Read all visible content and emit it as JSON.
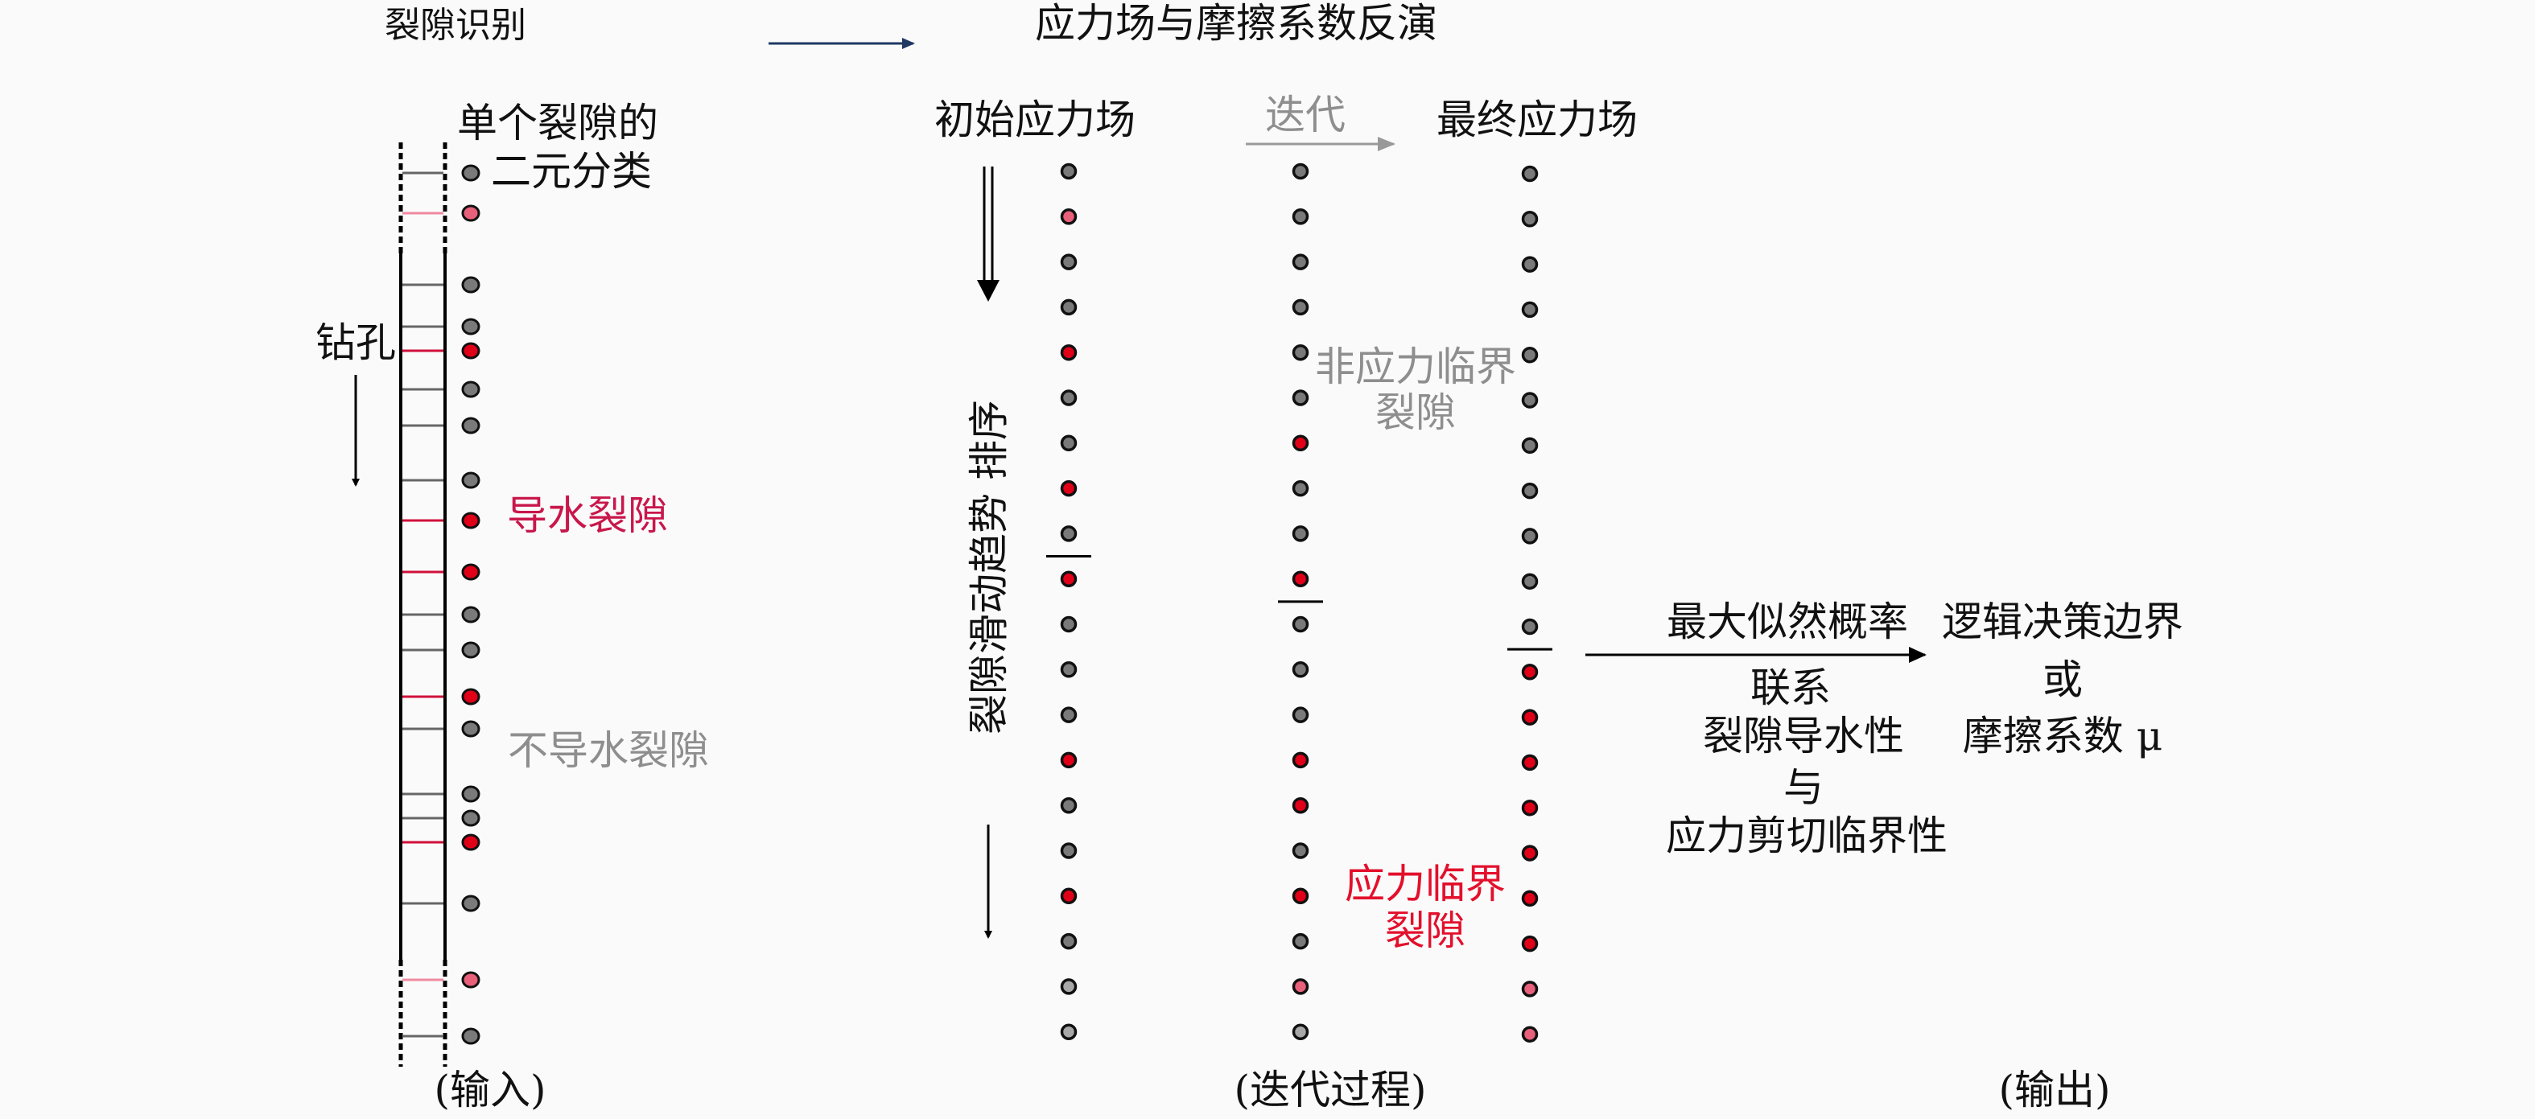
{
  "headers": {
    "fracture_identification": "裂隙识别",
    "inversion": "应力场与摩擦系数反演"
  },
  "input_panel": {
    "classification_line1": "单个裂隙的",
    "classification_line2": "二元分类",
    "borehole": "钻孔",
    "conductive": "导水裂隙",
    "non_conductive": "不导水裂隙",
    "caption": "(输入)",
    "fractures": [
      "grey",
      "pink",
      "grey",
      "grey",
      "red",
      "grey",
      "grey",
      "grey",
      "red",
      "red",
      "grey",
      "grey",
      "red",
      "grey",
      "grey",
      "grey",
      "red",
      "grey",
      "pink",
      "grey"
    ]
  },
  "iteration_panel": {
    "initial_field": "初始应力场",
    "iterate": "迭代",
    "final_field": "最终应力场",
    "ranking_label": "裂隙滑动趋势 排序",
    "non_critical_line1": "非应力临界",
    "non_critical_line2": "裂隙",
    "critical_line1": "应力临界",
    "critical_line2": "裂隙",
    "caption": "(迭代过程)",
    "columns": [
      {
        "name": "initial",
        "dots": [
          "grey",
          "pink",
          "grey",
          "grey",
          "red",
          "grey",
          "grey",
          "red",
          "grey",
          "red",
          "grey",
          "grey",
          "grey",
          "red",
          "grey",
          "grey",
          "red",
          "grey",
          "light",
          "light"
        ],
        "boundary_after": 8
      },
      {
        "name": "intermediate",
        "dots": [
          "grey",
          "grey",
          "grey",
          "grey",
          "grey",
          "grey",
          "red",
          "grey",
          "grey",
          "red",
          "grey",
          "grey",
          "grey",
          "red",
          "red",
          "grey",
          "red",
          "grey",
          "pink",
          "light"
        ],
        "boundary_after": 9
      },
      {
        "name": "final",
        "dots": [
          "grey",
          "grey",
          "grey",
          "grey",
          "grey",
          "grey",
          "grey",
          "grey",
          "grey",
          "grey",
          "grey",
          "red",
          "red",
          "red",
          "red",
          "red",
          "red",
          "red",
          "pink",
          "pink"
        ],
        "boundary_after": 10
      }
    ]
  },
  "output_panel": {
    "link_lines": [
      "最大似然概率",
      "联系",
      "裂隙导水性",
      "与",
      "应力剪切临界性"
    ],
    "result_lines": [
      "逻辑决策边界",
      "或",
      "摩擦系数 μ"
    ],
    "caption": "(输出)"
  },
  "colors": {
    "grey": "#7a7a7a",
    "light": "#a8a8a8",
    "red": "#e00018",
    "pink": "#e8607a",
    "conductive_text": "#c8174b",
    "critical_text": "#e3102c",
    "header_arrow": "#1f3864"
  }
}
